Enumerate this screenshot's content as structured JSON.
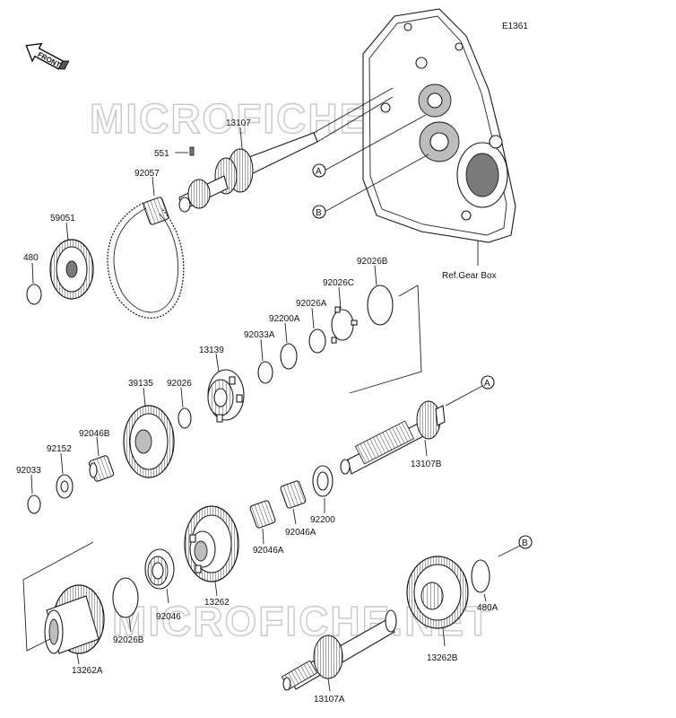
{
  "diagram_code": "E1361",
  "front_label": "FRONT",
  "watermark": "MICROFICHE.NET",
  "ref_label": "Ref.Gear Box",
  "callouts": {
    "a": "A",
    "b": "B"
  },
  "parts": [
    "13107",
    "551",
    "92057",
    "59051",
    "480",
    "92026B",
    "92026C",
    "92026A",
    "92200A",
    "92033A",
    "13139",
    "39135",
    "92026",
    "92046B",
    "92152",
    "92033",
    "13107B",
    "92200",
    "92046",
    "92046A",
    "13262",
    "13262A",
    "92026B",
    "480A",
    "13262B",
    "13107A"
  ]
}
